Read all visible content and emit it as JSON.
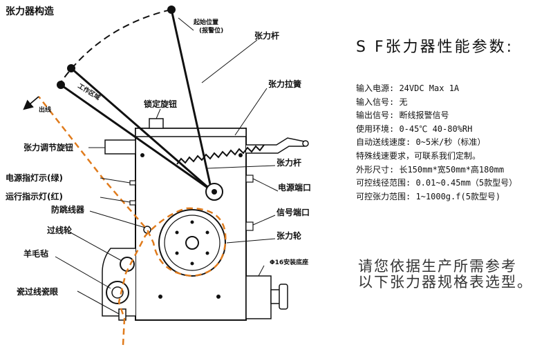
{
  "diagram": {
    "title": "张力器构造",
    "labels": {
      "start_position": "起始位置",
      "alarm_position": "(报警位)",
      "tension_rod_top": "张力杆",
      "working_zone": "工作区域",
      "out_line": "出线",
      "tension_spring": "张力拉簧",
      "lock_knob": "锁定旋钮",
      "tension_adjust_knob": "张力调节旋钮",
      "tension_rod_mid": "张力杆",
      "power_indicator": "电源指灯示(绿)",
      "run_indicator": "运行指示灯(红)",
      "power_port": "电源端口",
      "anti_jump": "防跳线器",
      "signal_port": "信号端口",
      "wire_wheel": "过线轮",
      "tension_wheel": "张力轮",
      "felt": "羊毛毡",
      "base": "Φ16安装底座",
      "ceramic_eye": "瓷过线瓷眼"
    }
  },
  "specs": {
    "title": "S F张力器性能参数:",
    "items": [
      "输入电源: 24VDC  Max 1A",
      "输入信号: 无",
      "输出信号: 断线报警信号",
      "使用环境: 0-45℃ 40-80%RH",
      "自动送线速度: 0~5米/秒（标准）",
      "特殊线速要求，可联系我们定制。",
      "外形尺寸: 长150mm*宽50mm*高180mm",
      "可控线径范围: 0.01~0.45mm（5款型号）",
      "可控张力范围: 1~1000g.f(5款型号)"
    ]
  },
  "note": {
    "line1": "请您依据生产所需参考",
    "line2": "以下张力器规格表选型。"
  },
  "colors": {
    "wire_path": "#e07b1c",
    "ink": "#111111"
  }
}
